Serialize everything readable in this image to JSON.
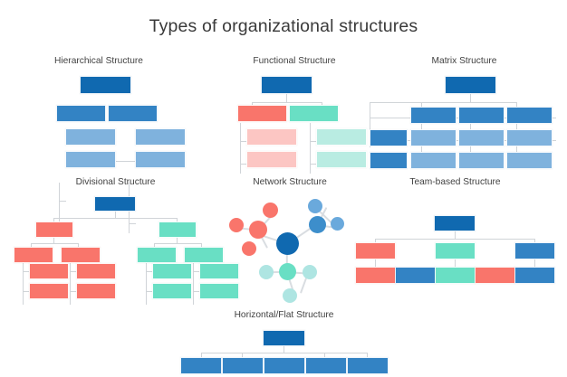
{
  "page": {
    "title": "Types of organizational structures",
    "background": "#ffffff",
    "title_color": "#3a3a3a",
    "label_color": "#414141",
    "connector_color": "#d0d4d8"
  },
  "palette": {
    "blue_dark": "#1069b0",
    "blue_mid": "#3383c4",
    "blue_light": "#7fb2dd",
    "blue_pale": "#a9cbe8",
    "salmon": "#f9756b",
    "salmon_light": "#fcc6c3",
    "mint": "#69dfc4",
    "mint_light": "#b9ece2",
    "node_blue_mid": "#3d8ecb",
    "node_blue_light": "#6aa9dc",
    "node_mint_light": "#aee5e2"
  },
  "diagrams": [
    {
      "id": "hierarchical",
      "label": "Hierarchical Structure",
      "description": "Single root with two second-level units, each owning two sub-units",
      "levels": 3,
      "box_counts": [
        1,
        2,
        4
      ]
    },
    {
      "id": "functional",
      "label": "Functional Structure",
      "description": "Blue root over a red function branch and a teal function branch",
      "levels": 3,
      "box_counts": [
        1,
        2,
        4
      ]
    },
    {
      "id": "matrix",
      "label": "Matrix Structure",
      "description": "Root over three column heads crossed with two row heads forming a two by three grid",
      "column_heads": 3,
      "row_heads": 2,
      "grid_cells": 6
    },
    {
      "id": "divisional",
      "label": "Divisional Structure",
      "description": "Root splitting into a red division and a teal division, each with two sub-units and four leaf units",
      "divisions": 2,
      "box_counts": [
        1,
        2,
        4,
        8
      ]
    },
    {
      "id": "network",
      "label": "Network Structure",
      "description": "Central hub node linked to a red cluster, a blue cluster and a teal cluster",
      "clusters": 3,
      "node_count": 13
    },
    {
      "id": "team-based",
      "label": "Team-based Structure",
      "description": "Root over three team leads with five team member boxes beneath",
      "team_heads": 3,
      "member_boxes": 5
    },
    {
      "id": "horizontal-flat",
      "label": "Horizontal/Flat Structure",
      "description": "Single root connected directly to five peer units",
      "levels": 2,
      "box_counts": [
        1,
        5
      ]
    }
  ]
}
